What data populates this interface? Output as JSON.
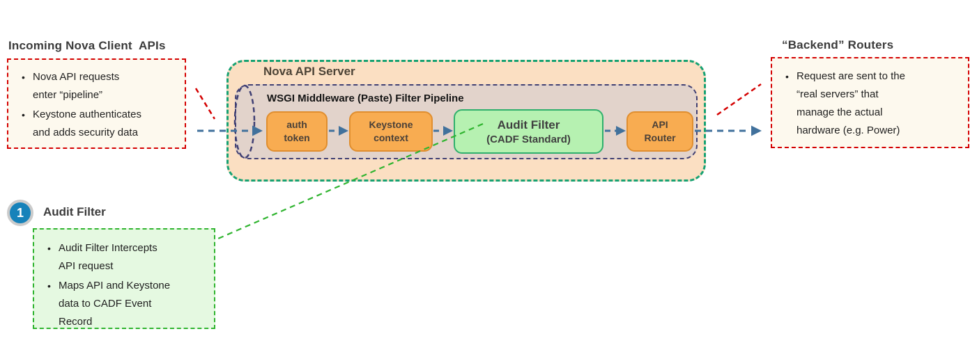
{
  "colors": {
    "note_border_red": "#d40000",
    "note_bg_cream": "#fdf9ee",
    "server_border_green": "#17a273",
    "server_bg_peach": "#fbdfc2",
    "pipeline_border_navy": "#3f3f73",
    "pipeline_bg_tan": "#e2d3cb",
    "stage_orange_bg": "#f8ac51",
    "stage_orange_border": "#e08e2e",
    "audit_green_bg": "#b6f1b1",
    "audit_green_border": "#2fb06c",
    "flow_arrow_blue": "#41719c",
    "callout_green": "#2fb42f",
    "callout_bg_green": "#e5f9e1",
    "badge_blue": "#1682ba"
  },
  "left_note": {
    "title": "Incoming Nova Client  APIs",
    "bullets": [
      "Nova API requests\nenter “pipeline”",
      "Keystone authenticates\nand adds security data"
    ]
  },
  "server": {
    "title": "Nova API Server",
    "pipeline": {
      "label": "WSGI Middleware (Paste) Filter Pipeline",
      "stages": [
        {
          "label": "auth\ntoken"
        },
        {
          "label": "Keystone\ncontext"
        },
        {
          "label": "Audit Filter",
          "sublabel": "(CADF Standard)"
        },
        {
          "label": "API\nRouter"
        }
      ]
    }
  },
  "right_note": {
    "title": "“Backend” Routers",
    "bullets": [
      "Request are sent to the\n“real servers” that\nmanage the actual\nhardware (e.g. Power)"
    ]
  },
  "callout": {
    "step_number": "1",
    "title": "Audit Filter",
    "bullets": [
      "Audit Filter Intercepts\nAPI request",
      "Maps API and Keystone\ndata to CADF Event\nRecord"
    ]
  }
}
